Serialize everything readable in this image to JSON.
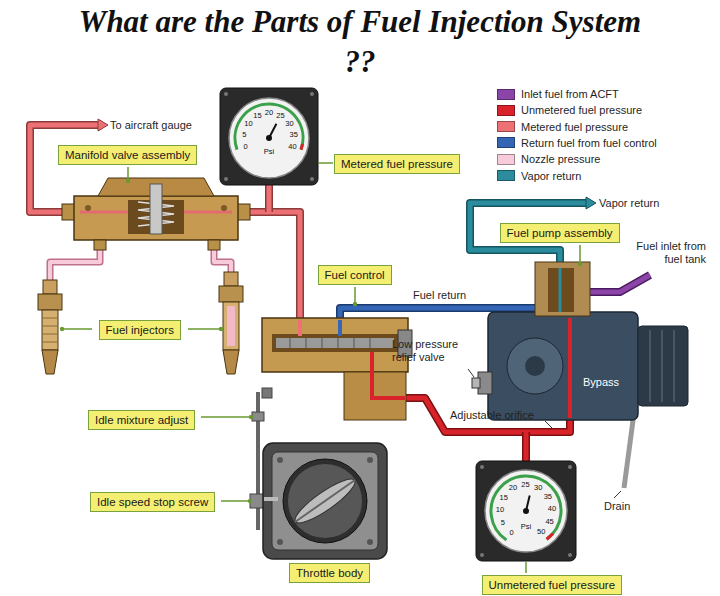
{
  "diagram": {
    "title": "What are the Parts of Fuel Injection System ??",
    "nodes": [
      {
        "text": [
          "Manifold valve assembly"
        ]
      },
      {
        "text": [
          "Metered fuel pressure"
        ]
      },
      {
        "text": [
          "Fuel pump assembly"
        ]
      },
      {
        "text": [
          "Fuel control"
        ]
      },
      {
        "text": [
          "Fuel injectors"
        ]
      },
      {
        "text": [
          "Idle mixture adjust"
        ]
      },
      {
        "text": [
          "Idle speed stop screw"
        ]
      },
      {
        "text": [
          "Throttle body"
        ]
      },
      {
        "text": [
          "Unmetered fuel pressure"
        ]
      }
    ],
    "labels": [
      "To aircraft gauge",
      "0",
      "5",
      "10",
      "15",
      "20",
      "25",
      "30",
      "35",
      "40",
      "Psi",
      "Vapor return",
      "Fuel inlet from fuel tank",
      "Fuel return",
      "Low pressure relief valve",
      "Bypass",
      "Adjustable orifice",
      "Drain",
      "0",
      "5",
      "10",
      "15",
      "20",
      "25",
      "30",
      "35",
      "40",
      "45",
      "50",
      "Psi"
    ],
    "legend": [
      {
        "text": "Inlet fuel from ACFT",
        "color": "#8b44a8"
      },
      {
        "text": "Unmetered fuel pressure",
        "color": "#d8232a"
      },
      {
        "text": "Metered fuel pressure",
        "color": "#ec7074"
      },
      {
        "text": "Return fuel from fuel control",
        "color": "#3466b5"
      },
      {
        "text": "Nozzle pressure",
        "color": "#f7cbd9"
      },
      {
        "text": "Vapor return",
        "color": "#2a8c9c"
      }
    ]
  }
}
